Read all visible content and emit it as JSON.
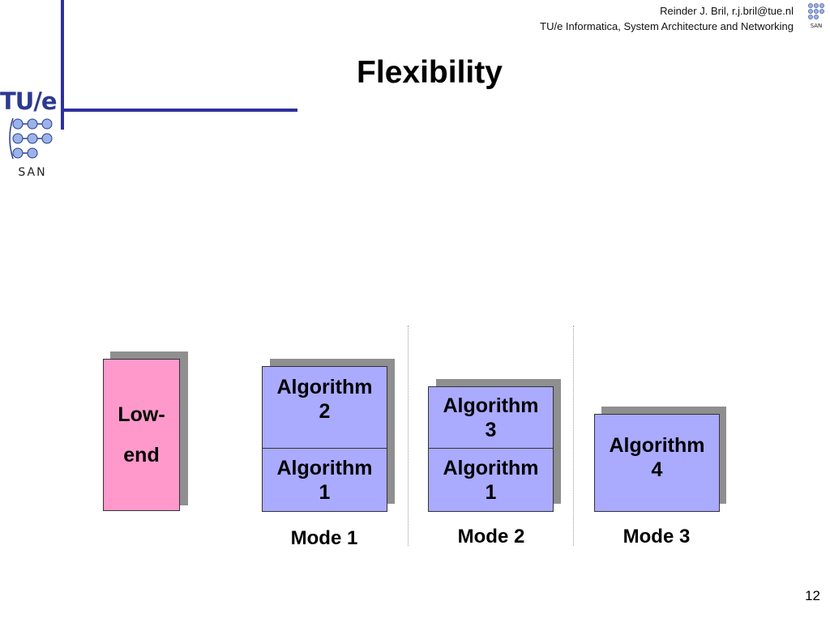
{
  "header": {
    "author_line1": "Reinder J. Bril, r.j.bril@tue.nl",
    "author_line2": "TU/e Informatica, System Architecture and Networking",
    "logo_tue_text": "TU/e",
    "logo_san_text": "SAN"
  },
  "slide": {
    "title": "Flexibility",
    "page_number": "12"
  },
  "diagram": {
    "low_end_line1": "Low-",
    "low_end_line2": "end",
    "mode1": {
      "top": "Algorithm\n2",
      "bottom": "Algorithm\n1",
      "label": "Mode 1"
    },
    "mode2": {
      "top": "Algorithm\n3",
      "bottom": "Algorithm\n1",
      "label": "Mode 2"
    },
    "mode3": {
      "box": "Algorithm\n4",
      "label": "Mode 3"
    }
  },
  "colors": {
    "accent_blue": "#2f2f9e",
    "box_blue": "#aaaaff",
    "box_pink": "#ff99cc",
    "shadow_gray": "#8f8f8f"
  }
}
